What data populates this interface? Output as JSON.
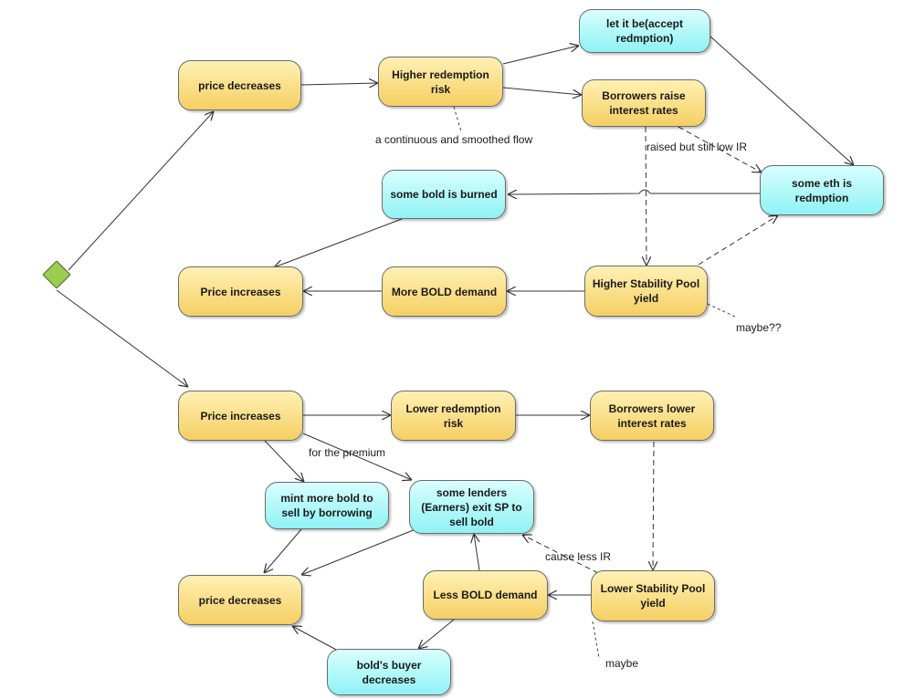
{
  "colors": {
    "action": "#f5cf63",
    "event": "#8ff2f4",
    "decision": "#9ccc50",
    "line": "#333333"
  },
  "nodes": {
    "price_decreases_top": "price decreases",
    "higher_redemption_risk": "Higher redemption risk",
    "let_it_be": "let it be(accept redmption)",
    "borrowers_raise": "Borrowers raise interest rates",
    "some_eth_redemption": "some eth is redmption",
    "some_bold_burned": "some bold is burned",
    "price_increases_top": "Price increases",
    "more_bold_demand": "More BOLD demand",
    "higher_sp_yield": "Higher Stability Pool yield",
    "price_increases_mid": "Price increases",
    "lower_redemption_risk": "Lower redemption risk",
    "borrowers_lower": "Borrowers lower interest rates",
    "mint_more_bold": "mint more bold to sell by borrowing",
    "lenders_exit": "some lenders (Earners) exit SP to sell bold",
    "price_decreases_bottom": "price decreases",
    "less_bold_demand": "Less BOLD demand",
    "lower_sp_yield": "Lower Stability Pool yield",
    "bold_buyer_decreases": "bold's buyer decreases"
  },
  "notes": {
    "continuous_flow": "a continuous and smoothed flow",
    "raised_low_ir": "raised but still low IR",
    "maybe_q": "maybe??",
    "for_premium": "for the premium",
    "cause_less_ir": "cause less IR",
    "maybe": "maybe"
  }
}
